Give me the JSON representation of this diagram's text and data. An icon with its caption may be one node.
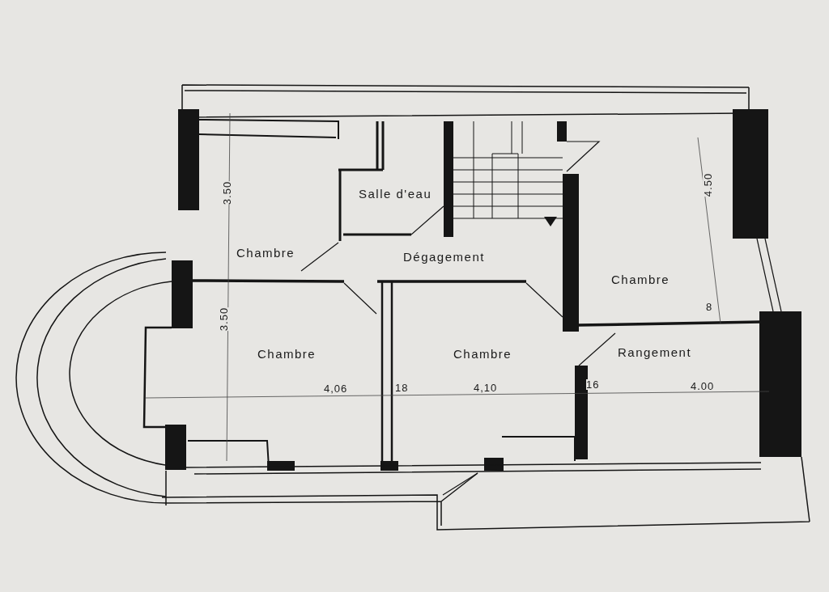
{
  "diagram": {
    "nodes": [
      {
        "text": [
          "Chambre"
        ]
      },
      {
        "text": [
          "Salle d'eau"
        ]
      },
      {
        "text": [
          "Dégagement"
        ]
      },
      {
        "text": [
          "Chambre"
        ]
      },
      {
        "text": [
          "Chambre"
        ]
      },
      {
        "text": [
          "Chambre"
        ]
      },
      {
        "text": [
          "Rangement"
        ]
      }
    ],
    "edges": [],
    "labels": [
      "3.50",
      "4.50",
      "3.50",
      "8",
      "4,06",
      "18",
      "4,10",
      "16",
      "4.00"
    ]
  }
}
